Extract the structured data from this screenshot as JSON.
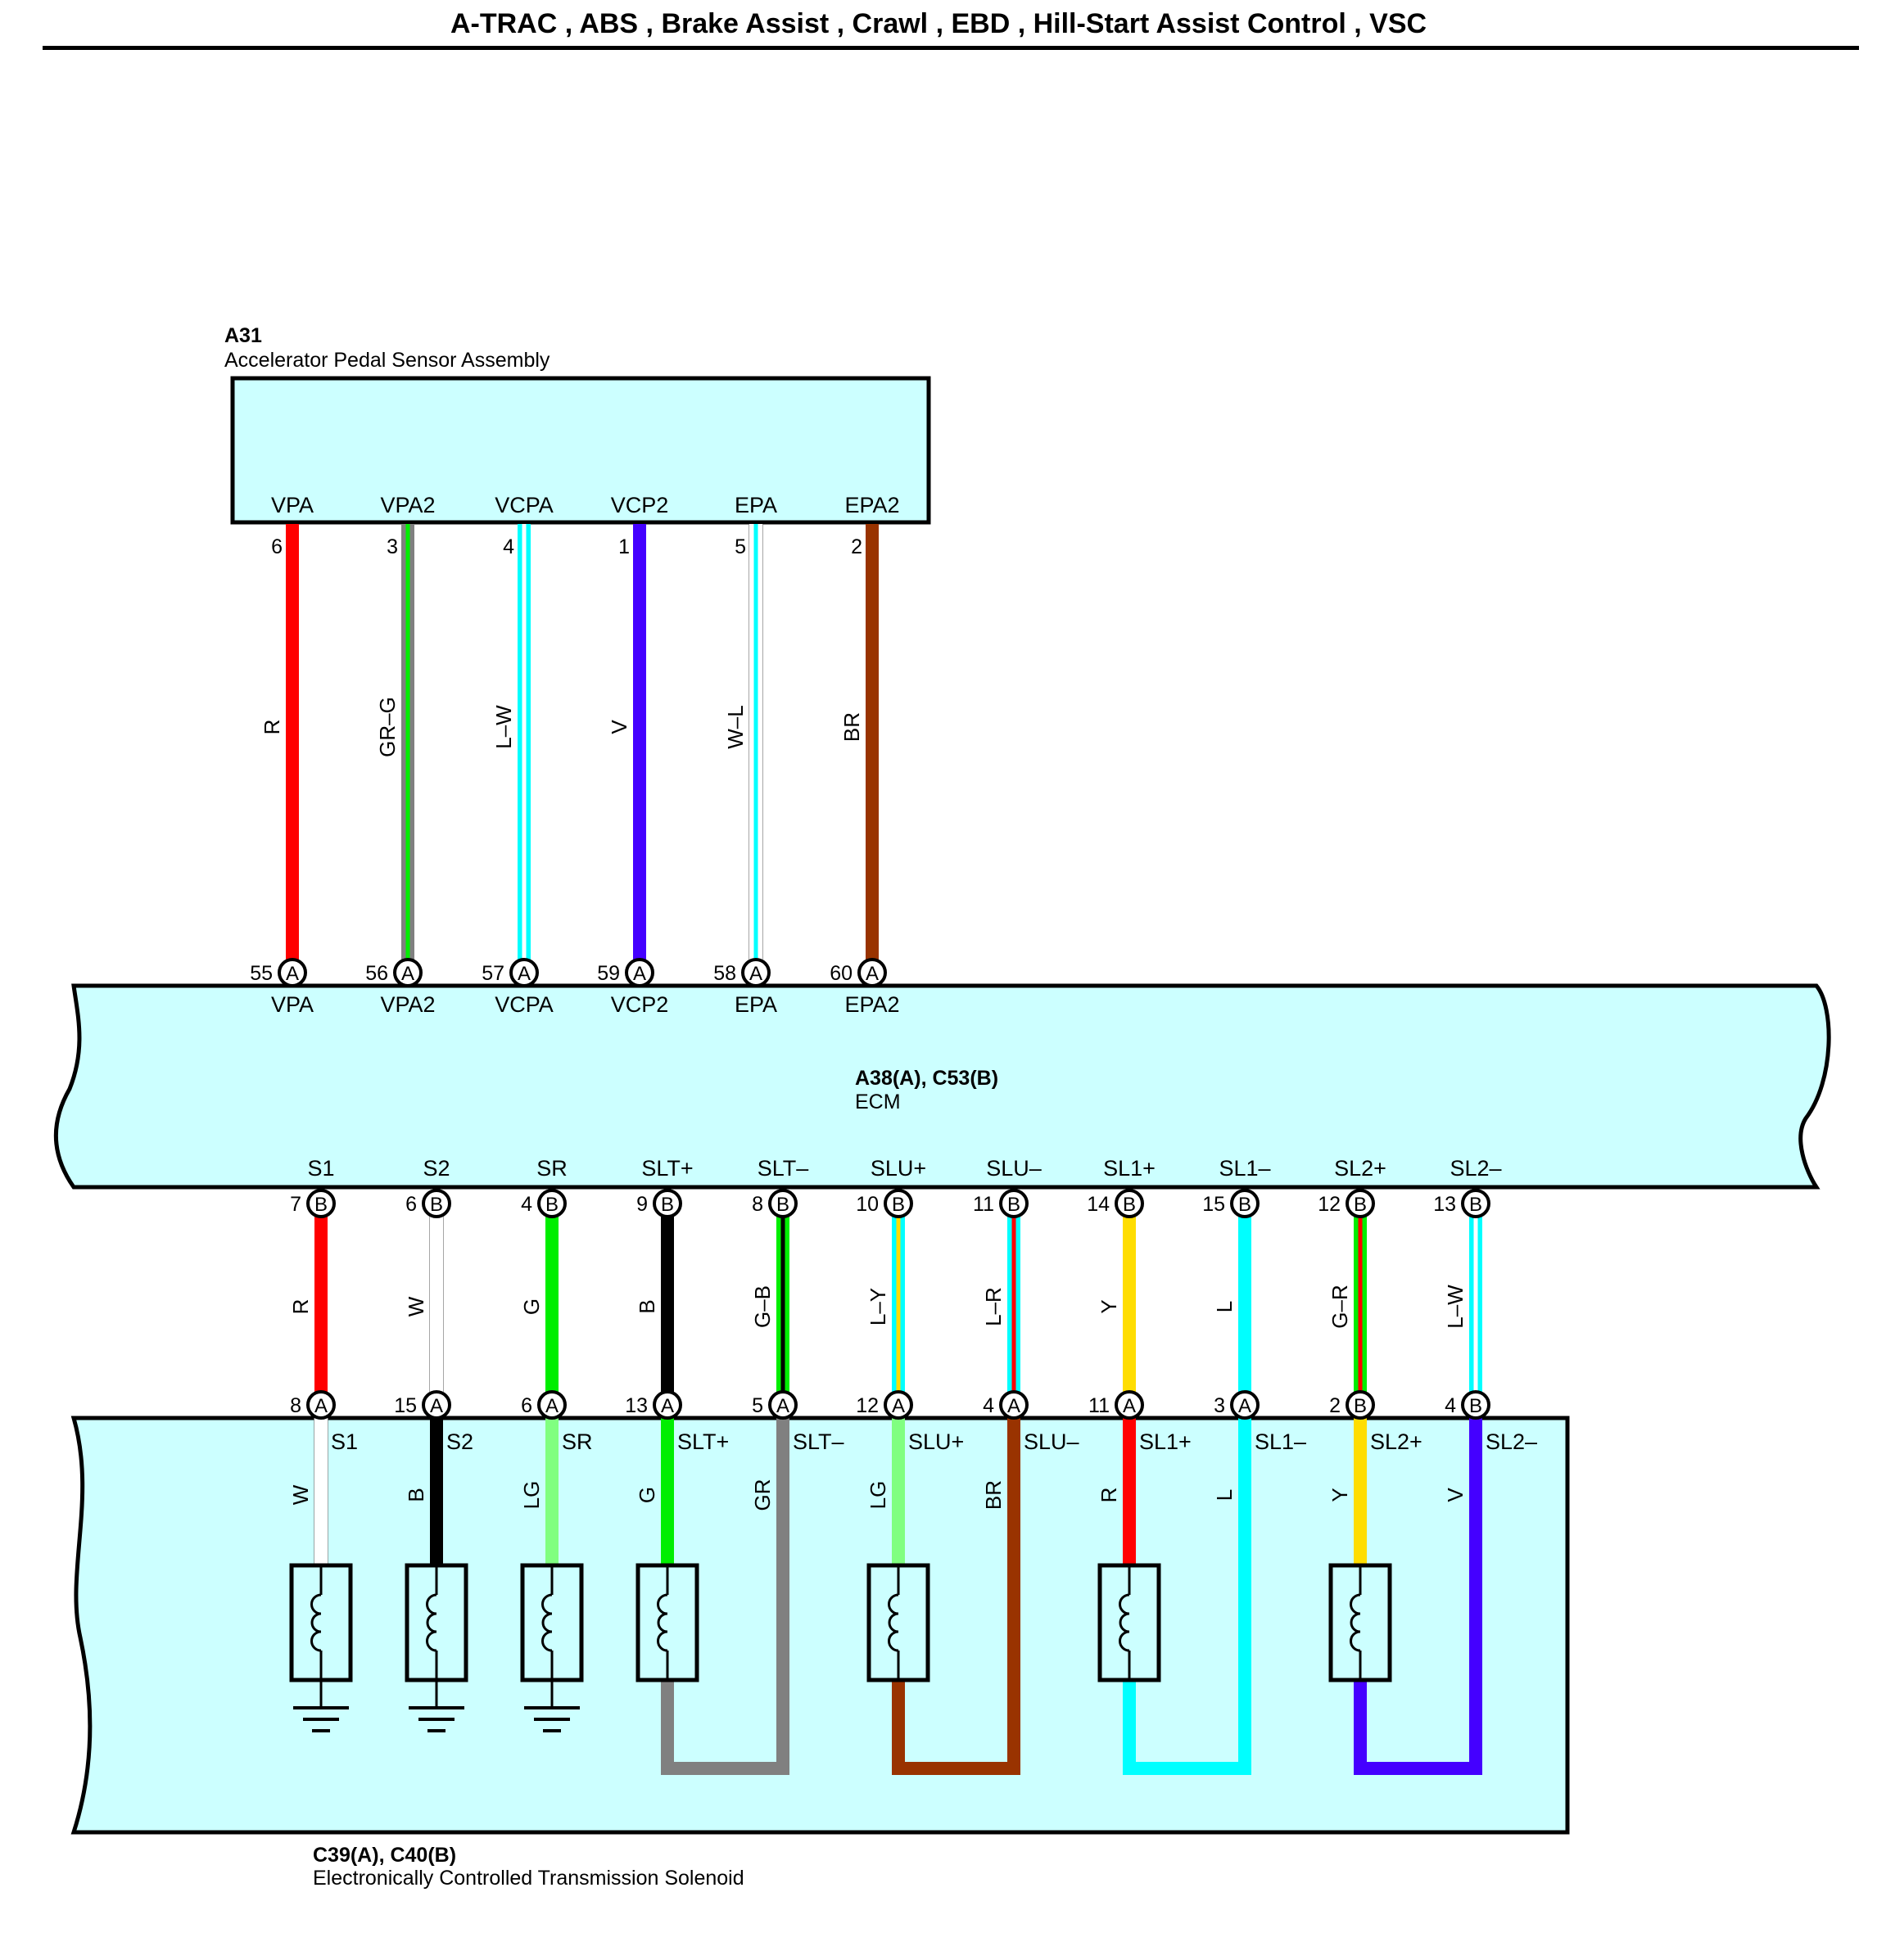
{
  "title": "A-TRAC , ABS , Brake Assist , Crawl , EBD , Hill-Start Assist Control , VSC",
  "colors": {
    "connector_fill": "#ccffff",
    "outline": "#000000",
    "R": "#ff0000",
    "GR": "#808080",
    "G": "#00ee00",
    "L": "#00ffff",
    "V": "#4400ff",
    "W": "#ffffff",
    "BR": "#993300",
    "B": "#000000",
    "LG": "#80ff80",
    "Y": "#ffdd00"
  },
  "components": {
    "pedal": {
      "id": "A31",
      "name": "Accelerator Pedal Sensor Assembly"
    },
    "ecm": {
      "id": "A38(A), C53(B)",
      "name": "ECM"
    },
    "solenoid": {
      "id": "C39(A), C40(B)",
      "name": "Electronically Controlled Transmission Solenoid"
    }
  },
  "pedal_wires": [
    {
      "pedal_pin": "VPA",
      "pedal_term": "6",
      "wire": "R",
      "ecm_term": "55",
      "ecm_conn": "A",
      "ecm_pin": "VPA"
    },
    {
      "pedal_pin": "VPA2",
      "pedal_term": "3",
      "wire": "GR-G",
      "ecm_term": "56",
      "ecm_conn": "A",
      "ecm_pin": "VPA2"
    },
    {
      "pedal_pin": "VCPA",
      "pedal_term": "4",
      "wire": "L-W",
      "ecm_term": "57",
      "ecm_conn": "A",
      "ecm_pin": "VCPA"
    },
    {
      "pedal_pin": "VCP2",
      "pedal_term": "1",
      "wire": "V",
      "ecm_term": "59",
      "ecm_conn": "A",
      "ecm_pin": "VCP2"
    },
    {
      "pedal_pin": "EPA",
      "pedal_term": "5",
      "wire": "W-L",
      "ecm_term": "58",
      "ecm_conn": "A",
      "ecm_pin": "EPA"
    },
    {
      "pedal_pin": "EPA2",
      "pedal_term": "2",
      "wire": "BR",
      "ecm_term": "60",
      "ecm_conn": "A",
      "ecm_pin": "EPA2"
    }
  ],
  "solenoid_wires": [
    {
      "ecm_pin": "S1",
      "ecm_term": "7",
      "ecm_conn": "B",
      "wire": "R",
      "sol_term": "8",
      "sol_conn": "A",
      "sol_pin": "S1",
      "internal": "W"
    },
    {
      "ecm_pin": "S2",
      "ecm_term": "6",
      "ecm_conn": "B",
      "wire": "W",
      "sol_term": "15",
      "sol_conn": "A",
      "sol_pin": "S2",
      "internal": "B"
    },
    {
      "ecm_pin": "SR",
      "ecm_term": "4",
      "ecm_conn": "B",
      "wire": "G",
      "sol_term": "6",
      "sol_conn": "A",
      "sol_pin": "SR",
      "internal": "LG"
    },
    {
      "ecm_pin": "SLT+",
      "ecm_term": "9",
      "ecm_conn": "B",
      "wire": "B",
      "sol_term": "13",
      "sol_conn": "A",
      "sol_pin": "SLT+",
      "internal": "G"
    },
    {
      "ecm_pin": "SLT–",
      "ecm_term": "8",
      "ecm_conn": "B",
      "wire": "G-B",
      "sol_term": "5",
      "sol_conn": "A",
      "sol_pin": "SLT–",
      "internal": "GR"
    },
    {
      "ecm_pin": "SLU+",
      "ecm_term": "10",
      "ecm_conn": "B",
      "wire": "L-Y",
      "sol_term": "12",
      "sol_conn": "A",
      "sol_pin": "SLU+",
      "internal": "LG"
    },
    {
      "ecm_pin": "SLU–",
      "ecm_term": "11",
      "ecm_conn": "B",
      "wire": "L-R",
      "sol_term": "4",
      "sol_conn": "A",
      "sol_pin": "SLU–",
      "internal": "BR"
    },
    {
      "ecm_pin": "SL1+",
      "ecm_term": "14",
      "ecm_conn": "B",
      "wire": "Y",
      "sol_term": "11",
      "sol_conn": "A",
      "sol_pin": "SL1+",
      "internal": "R"
    },
    {
      "ecm_pin": "SL1–",
      "ecm_term": "15",
      "ecm_conn": "B",
      "wire": "L",
      "sol_term": "3",
      "sol_conn": "A",
      "sol_pin": "SL1–",
      "internal": "L"
    },
    {
      "ecm_pin": "SL2+",
      "ecm_term": "12",
      "ecm_conn": "B",
      "wire": "G-R",
      "sol_term": "2",
      "sol_conn": "B",
      "sol_pin": "SL2+",
      "internal": "Y"
    },
    {
      "ecm_pin": "SL2–",
      "ecm_term": "13",
      "ecm_conn": "B",
      "wire": "L-W",
      "sol_term": "4",
      "sol_conn": "B",
      "sol_pin": "SL2–",
      "internal": "V"
    }
  ]
}
